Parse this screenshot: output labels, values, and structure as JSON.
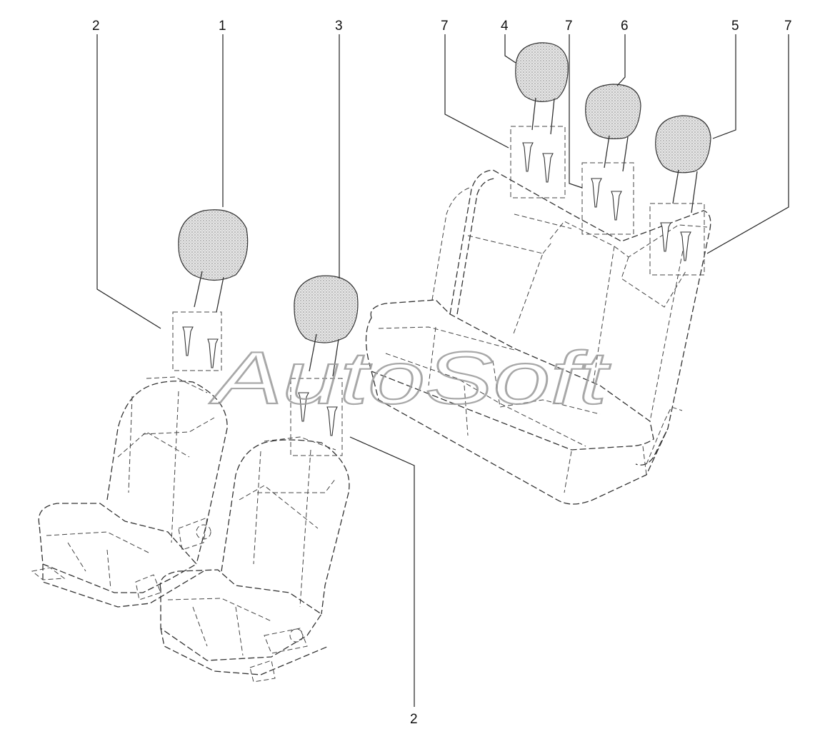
{
  "watermark": "AutoSoft",
  "callouts": [
    {
      "id": "c2-top",
      "label": "2"
    },
    {
      "id": "c1",
      "label": "1"
    },
    {
      "id": "c3",
      "label": "3"
    },
    {
      "id": "c7-left",
      "label": "7"
    },
    {
      "id": "c4",
      "label": "4"
    },
    {
      "id": "c7-mid",
      "label": "7"
    },
    {
      "id": "c6",
      "label": "6"
    },
    {
      "id": "c5",
      "label": "5"
    },
    {
      "id": "c7-right",
      "label": "7"
    },
    {
      "id": "c2-bottom",
      "label": "2"
    }
  ]
}
